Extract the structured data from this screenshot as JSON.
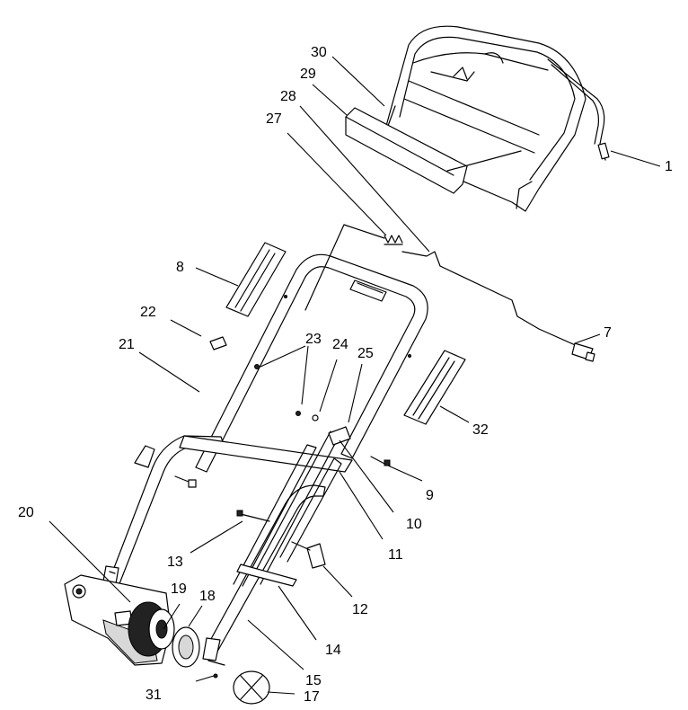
{
  "diagram": {
    "callouts": [
      {
        "id": "c1",
        "label": "1"
      },
      {
        "id": "c7",
        "label": "7"
      },
      {
        "id": "c8",
        "label": "8"
      },
      {
        "id": "c9",
        "label": "9"
      },
      {
        "id": "c10",
        "label": "10"
      },
      {
        "id": "c11",
        "label": "11"
      },
      {
        "id": "c12",
        "label": "12"
      },
      {
        "id": "c13",
        "label": "13"
      },
      {
        "id": "c14",
        "label": "14"
      },
      {
        "id": "c15",
        "label": "15"
      },
      {
        "id": "c17",
        "label": "17"
      },
      {
        "id": "c18",
        "label": "18"
      },
      {
        "id": "c19",
        "label": "19"
      },
      {
        "id": "c20",
        "label": "20"
      },
      {
        "id": "c21",
        "label": "21"
      },
      {
        "id": "c22",
        "label": "22"
      },
      {
        "id": "c23",
        "label": "23"
      },
      {
        "id": "c24",
        "label": "24"
      },
      {
        "id": "c25",
        "label": "25"
      },
      {
        "id": "c27",
        "label": "27"
      },
      {
        "id": "c28",
        "label": "28"
      },
      {
        "id": "c29",
        "label": "29"
      },
      {
        "id": "c30",
        "label": "30"
      },
      {
        "id": "c31",
        "label": "31"
      },
      {
        "id": "c32",
        "label": "32"
      }
    ]
  }
}
